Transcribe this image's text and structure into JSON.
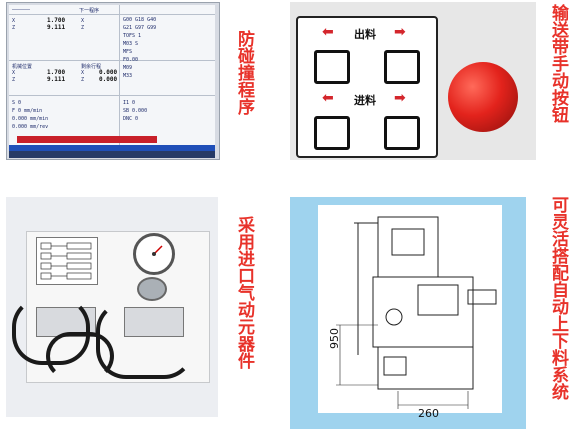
{
  "labels": {
    "collision": "防碰撞程序",
    "manual_buttons": "输送带手动按钮",
    "pneumatic": "采用进口气动元器件",
    "loading_system": "可灵活搭配自动上下料系统"
  },
  "button_panel": {
    "out_label": "出料",
    "in_label": "进料"
  },
  "drawing": {
    "height_dim": "950",
    "width_dim": "260"
  },
  "cnc_screen": {
    "row1": "1.700",
    "row2": "9.111",
    "row3": "1.700",
    "row4": "9.111",
    "unit1": "0.000",
    "unit2": "0.000"
  },
  "colors": {
    "label_red": "#e8322a",
    "drawing_bg": "#9fd3ee"
  }
}
